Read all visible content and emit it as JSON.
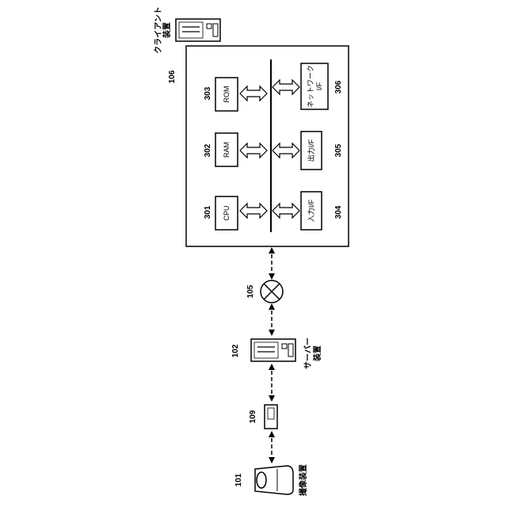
{
  "labels": {
    "client_device": [
      "クライアント",
      "装置"
    ],
    "server": [
      "サーバー",
      "装置"
    ],
    "camera": "撮像装置"
  },
  "refs": {
    "box": "106",
    "network": "105",
    "server": "102",
    "relay": "109",
    "camera": "101",
    "rom": "303",
    "ram": "302",
    "cpu": "301",
    "netif": "306",
    "output": "305",
    "input": "304"
  },
  "components": {
    "rom": "ROM",
    "ram": "RAM",
    "cpu": "CPU",
    "netif": [
      "ネットワーク",
      "I/F"
    ],
    "output": "出力I/F",
    "input": "入力I/F"
  }
}
